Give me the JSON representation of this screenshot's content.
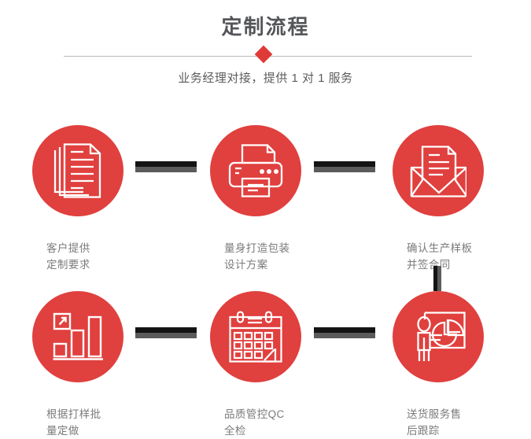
{
  "header": {
    "title": "定制流程",
    "subtitle": "业务经理对接，提供 1 对 1 服务",
    "accent_color": "#e0403e",
    "title_color": "#555659",
    "rule_color": "#b9b9b9",
    "diamond_icon": "diamond-marker"
  },
  "flow": {
    "circle_color": "#e0403e",
    "label_color": "#7b7b7b",
    "connector_dark": "#141414",
    "connector_light": "#5b5b5b",
    "steps": [
      {
        "index": 1,
        "icon": "documents-stack-icon",
        "label": "客户提供\n定制要求"
      },
      {
        "index": 2,
        "icon": "printer-icon",
        "label": "量身打造包装\n设计方案"
      },
      {
        "index": 3,
        "icon": "open-envelope-letter-icon",
        "label": "确认生产样板\n并签合同"
      },
      {
        "index": 4,
        "icon": "bar-chart-growth-icon",
        "label": "根据打样批\n量定做"
      },
      {
        "index": 5,
        "icon": "calendar-icon",
        "label": "品质管控QC\n全检"
      },
      {
        "index": 6,
        "icon": "presenter-pie-chart-icon",
        "label": "送货服务售\n后跟踪"
      }
    ],
    "connectors": [
      {
        "id": "step1-to-step2",
        "orientation": "horizontal"
      },
      {
        "id": "step2-to-step3",
        "orientation": "horizontal"
      },
      {
        "id": "step3-to-step4",
        "orientation": "vertical"
      },
      {
        "id": "step4-to-step5",
        "orientation": "horizontal"
      },
      {
        "id": "step5-to-step6",
        "orientation": "horizontal"
      }
    ]
  }
}
